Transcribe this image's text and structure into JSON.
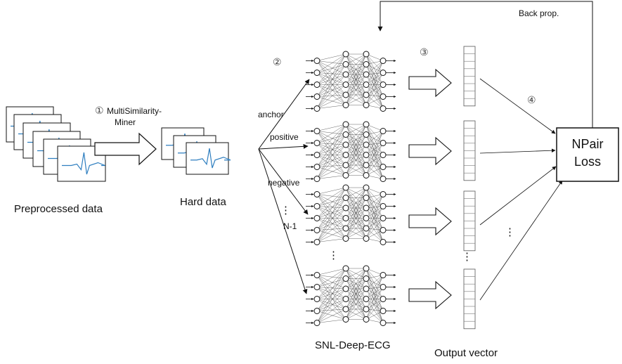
{
  "labels": {
    "preprocessed": "Preprocessed data",
    "hard": "Hard data",
    "miner_step": "①",
    "miner_line1": "MultiSimilarity-",
    "miner_line2": "Miner",
    "step2": "②",
    "step3": "③",
    "step4": "④",
    "anchor": "anchor",
    "positive": "positive",
    "negative": "negative",
    "n_minus_1": "N-1",
    "vdots": "⋮",
    "network": "SNL-Deep-ECG",
    "output": "Output vector",
    "backprop": "Back prop.",
    "loss_line1": "NPair",
    "loss_line2": "Loss"
  },
  "colors": {
    "line": "#111111",
    "signal": "#2f7fc0"
  },
  "node_icon": "circle-node",
  "arrow_icon": "block-arrow"
}
